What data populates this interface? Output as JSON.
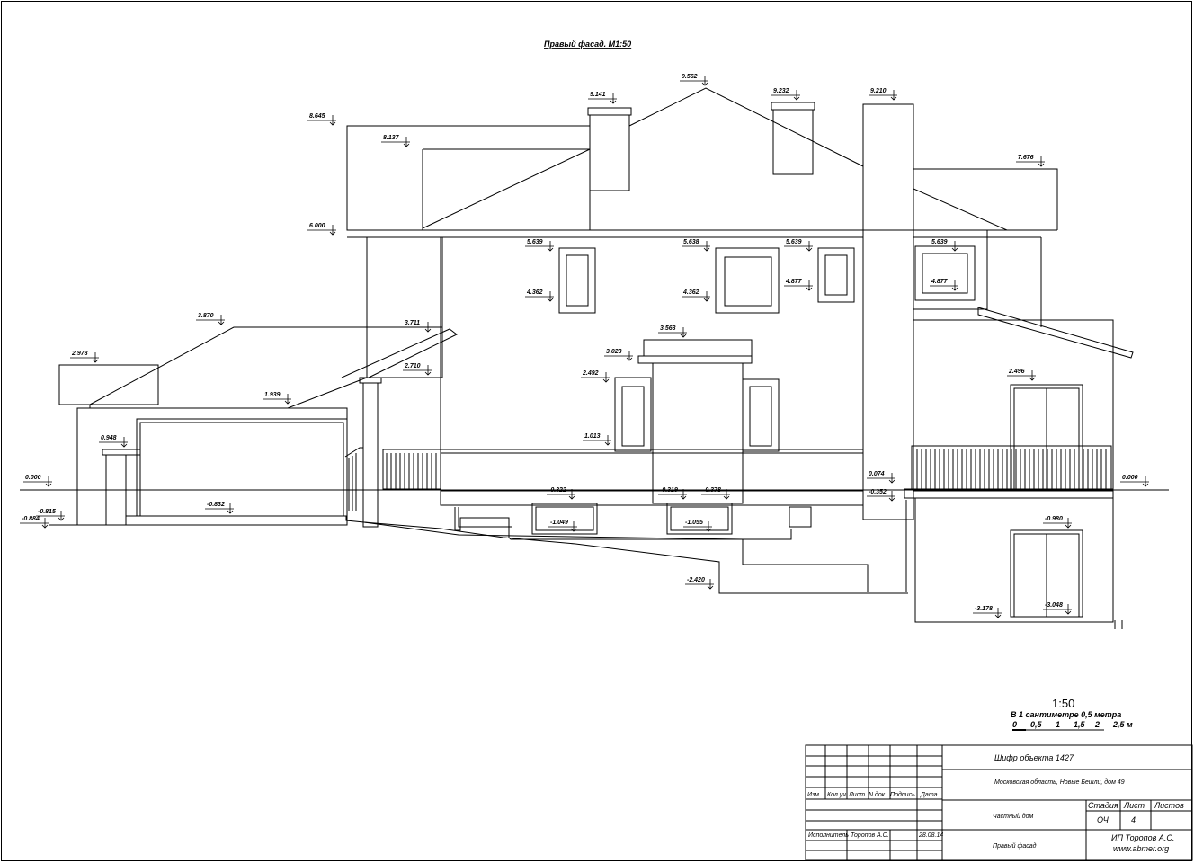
{
  "drawing": {
    "title": "Правый фасад. М1:50",
    "levels": [
      {
        "id": "l1",
        "text": "9.562"
      },
      {
        "id": "l2",
        "text": "9.141"
      },
      {
        "id": "l3",
        "text": "9.232"
      },
      {
        "id": "l4",
        "text": "9.210"
      },
      {
        "id": "l5",
        "text": "8.645"
      },
      {
        "id": "l6",
        "text": "8.137"
      },
      {
        "id": "l7",
        "text": "7.676"
      },
      {
        "id": "l8",
        "text": "6.000"
      },
      {
        "id": "l9",
        "text": "5.639"
      },
      {
        "id": "l10",
        "text": "5.638"
      },
      {
        "id": "l11",
        "text": "5.639"
      },
      {
        "id": "l12",
        "text": "5.639"
      },
      {
        "id": "l13",
        "text": "4.362"
      },
      {
        "id": "l14",
        "text": "4.362"
      },
      {
        "id": "l15",
        "text": "4.877"
      },
      {
        "id": "l16",
        "text": "4.877"
      },
      {
        "id": "l17",
        "text": "3.870"
      },
      {
        "id": "l18",
        "text": "3.711"
      },
      {
        "id": "l19",
        "text": "3.563"
      },
      {
        "id": "l20",
        "text": "3.023"
      },
      {
        "id": "l21",
        "text": "2.978"
      },
      {
        "id": "l22",
        "text": "2.710"
      },
      {
        "id": "l23",
        "text": "2.492"
      },
      {
        "id": "l24",
        "text": "2.496"
      },
      {
        "id": "l25",
        "text": "1.939"
      },
      {
        "id": "l26",
        "text": "1.013"
      },
      {
        "id": "l27",
        "text": "0.948"
      },
      {
        "id": "l28",
        "text": "0.000"
      },
      {
        "id": "l29",
        "text": "0.000"
      },
      {
        "id": "l30",
        "text": "0.074"
      },
      {
        "id": "l31",
        "text": "-0.322"
      },
      {
        "id": "l32",
        "text": "-0.319"
      },
      {
        "id": "l33",
        "text": "-0.378"
      },
      {
        "id": "l34",
        "text": "-0.352"
      },
      {
        "id": "l35",
        "text": "-0.815"
      },
      {
        "id": "l36",
        "text": "-0.884"
      },
      {
        "id": "l37",
        "text": "-0.832"
      },
      {
        "id": "l38",
        "text": "-1.049"
      },
      {
        "id": "l39",
        "text": "-1.055"
      },
      {
        "id": "l40",
        "text": "-0.980"
      },
      {
        "id": "l41",
        "text": "-2.420"
      },
      {
        "id": "l42",
        "text": "-3.178"
      },
      {
        "id": "l43",
        "text": "-3.048"
      }
    ]
  },
  "scale": {
    "ratio": "1:50",
    "note": "В 1 сантиметре 0,5 метра",
    "ticks": [
      "0",
      "0,5",
      "1",
      "1,5",
      "2",
      "2,5 м"
    ]
  },
  "title_block": {
    "headers": [
      "Изм.",
      "Кол.уч",
      "Лист",
      "N док.",
      "Подпись",
      "Дата"
    ],
    "role": "Исполнитель",
    "executor": "Торопов А.С.",
    "date": "28.08.14",
    "project_code": "Шифр объекта 1427",
    "address": "Московская область, Новые Бешли, дом 49",
    "object": "Частный дом",
    "stage_label": "Стадия",
    "sheet_label": "Лист",
    "sheets_label": "Листов",
    "stage": "ОЧ",
    "sheet": "4",
    "drawing_name": "Правый фасад",
    "company": "ИП Торопов А.С.",
    "website": "www.abmer.org"
  }
}
